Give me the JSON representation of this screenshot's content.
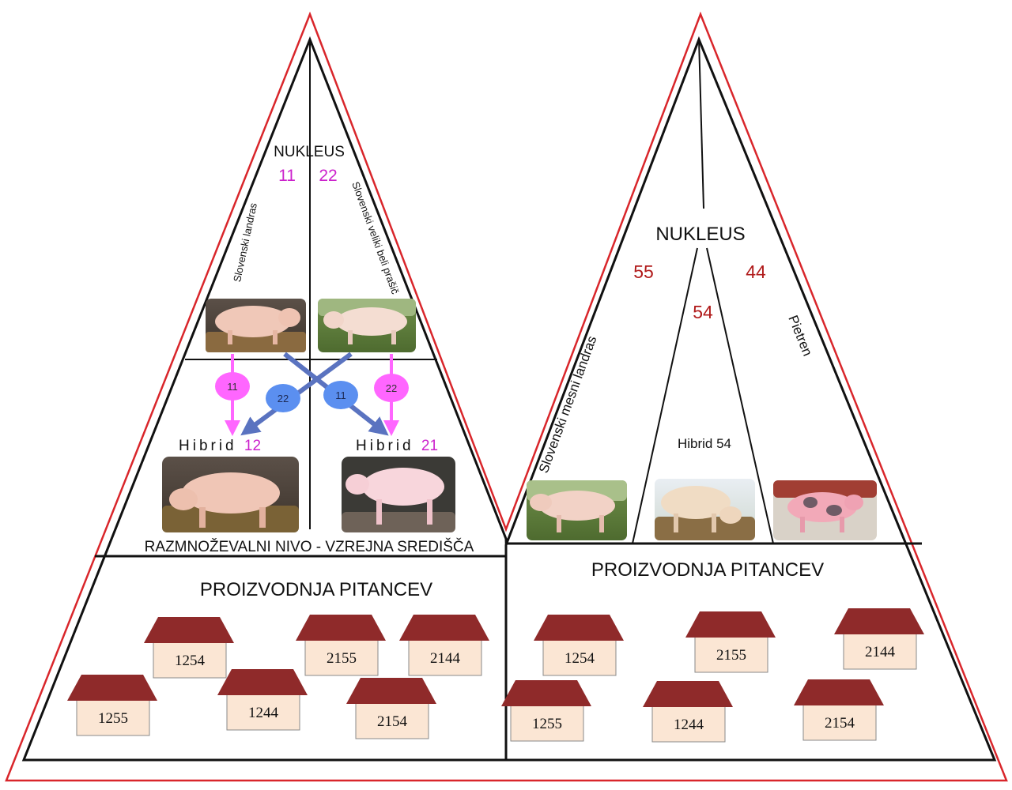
{
  "colors": {
    "outer_border": "#d9262b",
    "structure": "#111111",
    "line_code": "#cc22cc",
    "line_code_right": "#b01a1a",
    "arrow_pink": "#ff66ff",
    "arrow_blue": "#5a73c0",
    "badge_blue": "#5b8ff0",
    "roof": "#8f2a2a",
    "house_wall": "#fbe6d4"
  },
  "left": {
    "nucleus_label": "NUKLEUS",
    "line_codes": [
      "11",
      "22"
    ],
    "breed_left": "Slovenski landras",
    "breed_right": "Slovenski veliki beli prašič",
    "crosses": [
      {
        "badge": "11",
        "kind": "pink"
      },
      {
        "badge": "22",
        "kind": "blue"
      },
      {
        "badge": "11",
        "kind": "blue"
      },
      {
        "badge": "22",
        "kind": "pink"
      }
    ],
    "hybrid_left": {
      "word": "Hibrid",
      "code": "12"
    },
    "hybrid_right": {
      "word": "Hibrid",
      "code": "21"
    },
    "breeding_level": "RAZMNOŽEVALNI NIVO - VZREJNA SREDIŠČA",
    "production": "PROIZVODNJA PITANCEV",
    "farms": [
      "1254",
      "2155",
      "2144",
      "1255",
      "1244",
      "2154"
    ]
  },
  "right": {
    "nucleus_label": "NUKLEUS",
    "line_codes": [
      "55",
      "44",
      "54"
    ],
    "breed_left": "Slovenski mesni landras",
    "breed_right": "Pietren",
    "hybrid": "Hibrid 54",
    "production": "PROIZVODNJA PITANCEV",
    "farms": [
      "1254",
      "2155",
      "2144",
      "1255",
      "1244",
      "2154"
    ]
  }
}
